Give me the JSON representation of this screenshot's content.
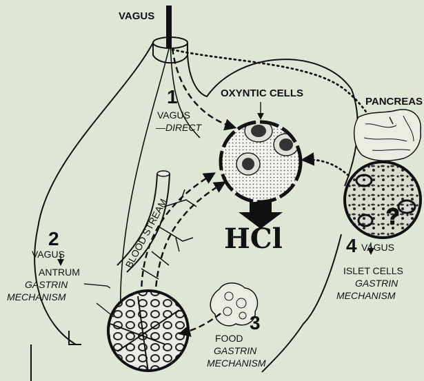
{
  "labels": {
    "vagus_top": "VAGUS",
    "oxyntic_cells": "OXYNTIC CELLS",
    "pancreas": "PANCREAS",
    "hcl": "HCl",
    "blood_stream": "BLOOD STREAM"
  },
  "pathway_1": {
    "number": "1",
    "line1": "VAGUS",
    "line2": "—DIRECT"
  },
  "pathway_2": {
    "number": "2",
    "line1": "VAGUS",
    "line2": "ANTRUM",
    "line3": "GASTRIN",
    "line4": "MECHANISM"
  },
  "pathway_3": {
    "number": "3",
    "line1": "FOOD",
    "line2": "GASTRIN",
    "line3": "MECHANISM"
  },
  "pathway_4": {
    "number": "4",
    "line1": "VAGUS",
    "line2": "ISLET CELLS",
    "line3": "GASTRIN",
    "line4": "MECHANISM"
  },
  "question_mark": "?",
  "colors": {
    "background": "#dfe6d6",
    "ink": "#111111"
  }
}
